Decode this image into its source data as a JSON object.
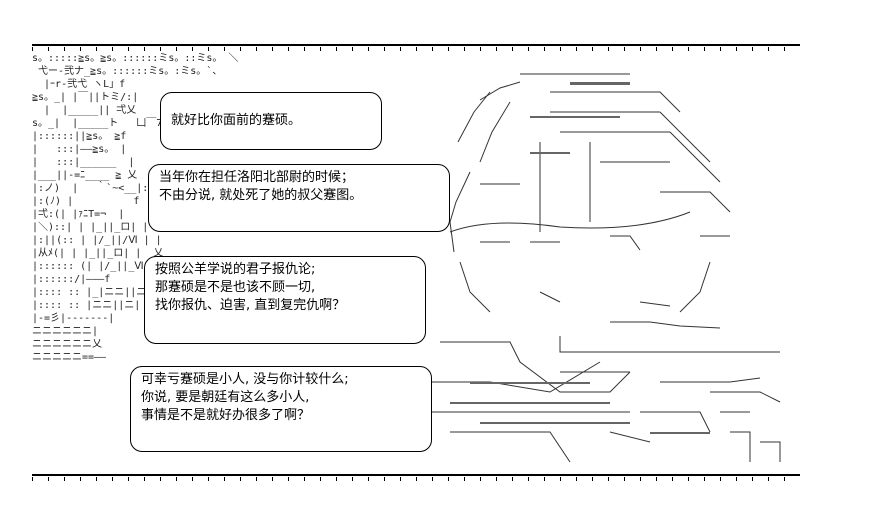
{
  "bubbles": {
    "b1": [
      "就好比你面前的蹇硕。"
    ],
    "b2": [
      "当年你在担任洛阳北部尉的时候；",
      "不由分说, 就处死了她的叔父蹇图。"
    ],
    "b3": [
      "按照公羊学说的君子报仇论;",
      "那蹇硕是不是也该不顾一切,",
      "找你报仇、迫害, 直到复完仇啊？"
    ],
    "b4": [
      "可幸亏蹇硕是小人, 没与你计较什么;",
      "你说, 要是朝廷有这么多小人,",
      "事情是不是就好办很多了啊？"
    ]
  }
}
